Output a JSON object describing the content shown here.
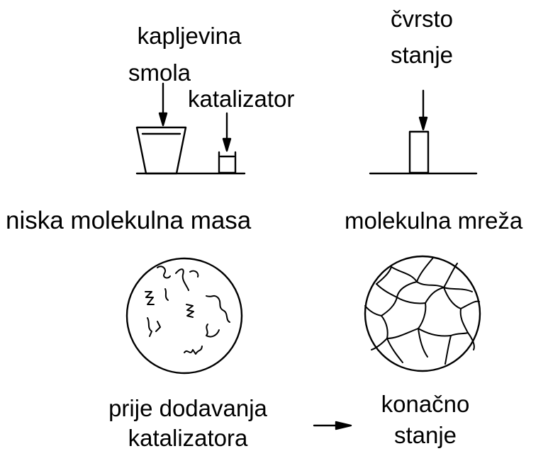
{
  "left": {
    "state": "kapljevina",
    "resin": "smola",
    "catalyst": "katalizator",
    "property": "niska molekulna masa",
    "phase_line1": "prije dodavanja",
    "phase_line2": "katalizatora"
  },
  "right": {
    "state_line1": "čvrsto",
    "state_line2": "stanje",
    "property": "molekulna mreža",
    "phase_line1": "konačno",
    "phase_line2": "stanje"
  },
  "colors": {
    "ink": "#000000",
    "background": "#ffffff"
  }
}
